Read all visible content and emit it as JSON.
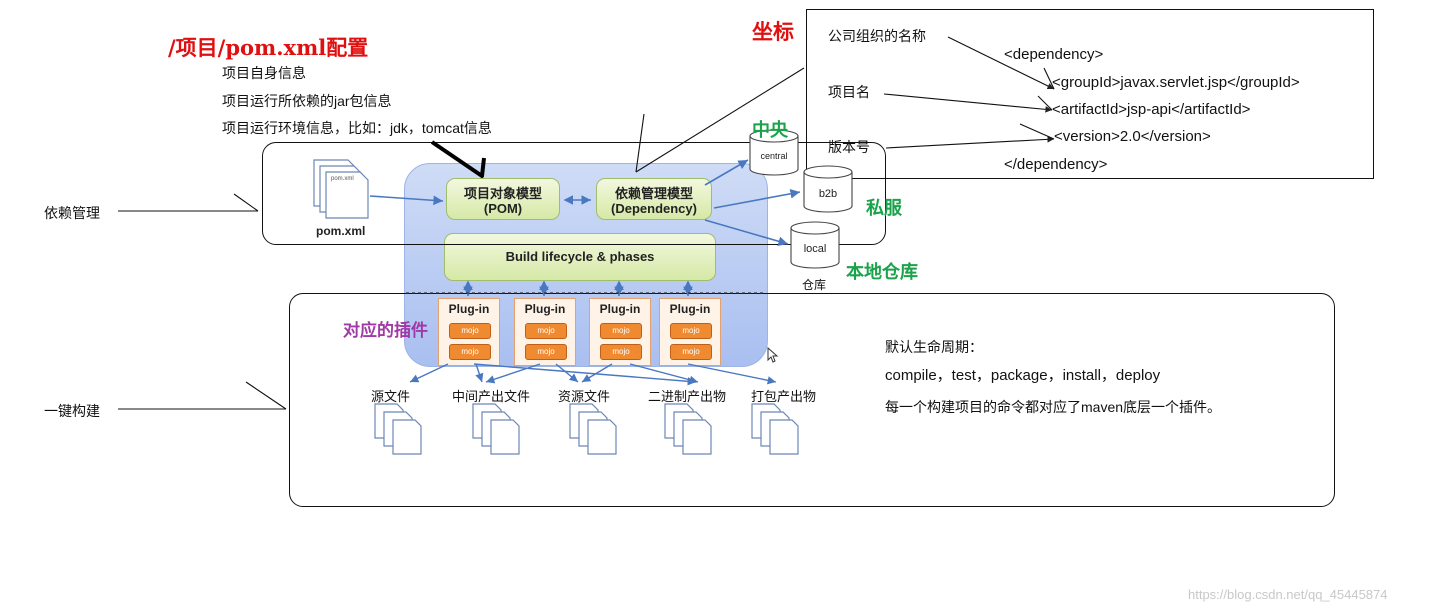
{
  "pom_title": "/项目/pom.xml配置",
  "pom_info": [
    "项目自身信息",
    "项目运行所依赖的jar包信息",
    "项目运行环境信息，比如：jdk，tomcat信息"
  ],
  "coordinates_label": "坐标",
  "coordinates_box": {
    "labels": [
      "公司组织的名称",
      "项目名",
      "版本号"
    ],
    "xml_lines": [
      "<dependency>",
      "<groupId>javax.servlet.jsp</groupId>",
      "<artifactId>jsp-api</artifactId>",
      "<version>2.0</version>",
      "</dependency>"
    ]
  },
  "left_labels": {
    "dependency_mgmt": "依赖管理",
    "one_click_build": "一键构建"
  },
  "pom_file": {
    "label": "pom.xml",
    "icon_text": "pom.xml"
  },
  "models": {
    "pom": "项目对象模型\n(POM)",
    "dependency": "依赖管理模型\n(Dependency)"
  },
  "lifecycle": "Build lifecycle & phases",
  "plugins": {
    "label": "Plug-in",
    "mojo": "mojo"
  },
  "repos": {
    "central": "central",
    "b2b": "b2b",
    "local": "local",
    "warehouse": "仓库"
  },
  "repo_labels": {
    "central": "中央",
    "private": "私服",
    "local": "本地仓库"
  },
  "plugin_label": "对应的插件",
  "outputs": [
    "源文件",
    "中间产出文件",
    "资源文件",
    "二进制产出物",
    "打包产出物"
  ],
  "lifecycle_desc": {
    "title": "默认生命周期：",
    "phases": "compile，test，package，install，deploy",
    "note": "每一个构建项目的命令都对应了maven底层一个插件。"
  },
  "watermark": "https://blog.csdn.net/qq_45445874"
}
